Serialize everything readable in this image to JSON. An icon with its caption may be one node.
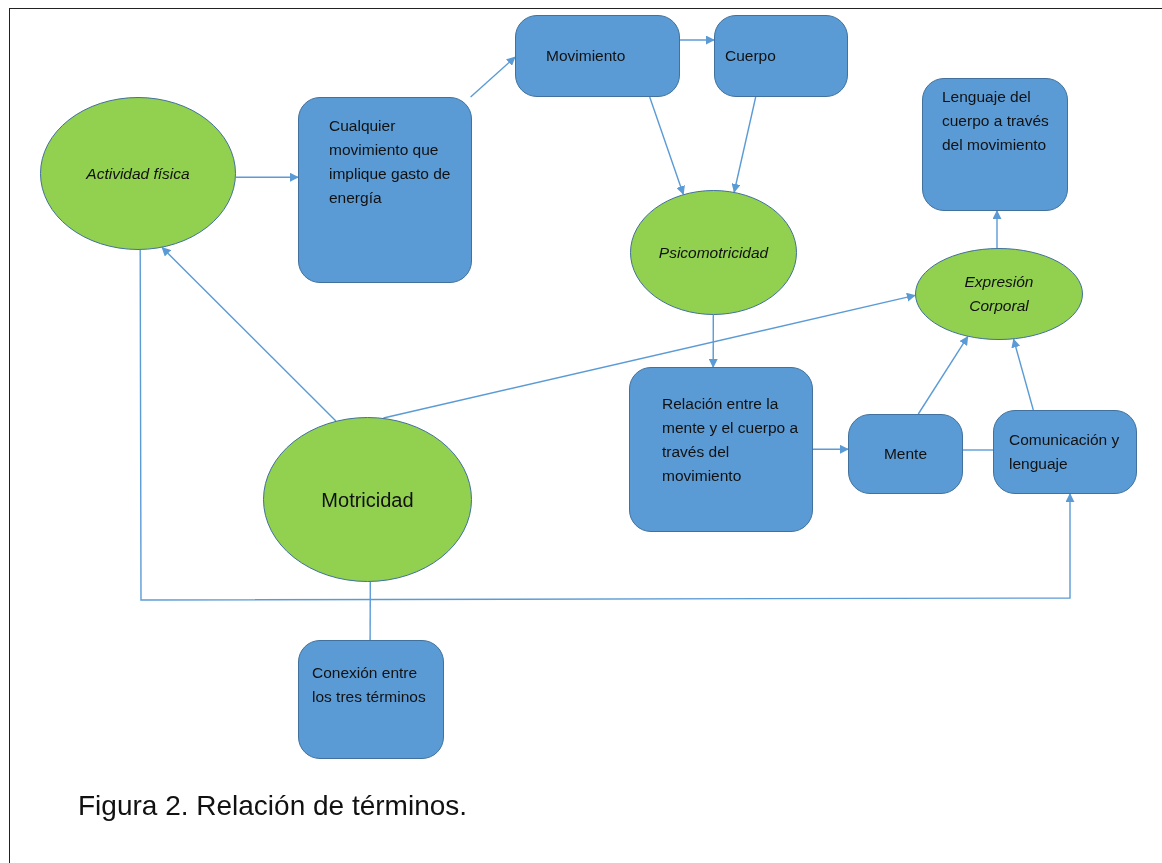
{
  "diagram": {
    "caption": "Figura 2. Relación de términos.",
    "nodes": [
      {
        "text": [
          "Movimiento"
        ]
      },
      {
        "text": [
          "Cuerpo"
        ]
      },
      {
        "text": [
          "Lenguaje del cuerpo a través del movimiento"
        ]
      },
      {
        "text": [
          "Actividad física"
        ]
      },
      {
        "text": [
          "Cualquier movimiento que implique gasto de energía"
        ]
      },
      {
        "text": [
          "Psicomotricidad"
        ]
      },
      {
        "text": [
          "Expresión Corporal"
        ]
      },
      {
        "text": [
          "Relación entre la mente y el cuerpo a través del movimiento"
        ]
      },
      {
        "text": [
          "Mente"
        ]
      },
      {
        "text": [
          "Comunicación y lenguaje"
        ]
      },
      {
        "text": [
          "Motricidad"
        ]
      },
      {
        "text": [
          "Conexión entre los tres términos"
        ]
      }
    ],
    "edges": [
      {
        "from": 3,
        "to": 4,
        "arrow": "to"
      },
      {
        "from": 4,
        "to": 0,
        "arrow": "to"
      },
      {
        "from": 0,
        "to": 1,
        "arrow": "to"
      },
      {
        "from": 0,
        "to": 5,
        "arrow": "to"
      },
      {
        "from": 1,
        "to": 5,
        "arrow": "to"
      },
      {
        "from": 5,
        "to": 7,
        "arrow": "to"
      },
      {
        "from": 7,
        "to": 8,
        "arrow": "to"
      },
      {
        "from": 8,
        "to": 6,
        "arrow": "to"
      },
      {
        "from": 9,
        "to": 6,
        "arrow": "to"
      },
      {
        "from": 6,
        "to": 2,
        "arrow": "to"
      },
      {
        "from": 10,
        "to": 3,
        "arrow": "to"
      },
      {
        "from": 10,
        "to": 6,
        "arrow": "to"
      },
      {
        "from": 8,
        "to": 9,
        "arrow": "none"
      },
      {
        "from": 10,
        "to": 11,
        "arrow": "none"
      },
      {
        "from": 3,
        "to": 9,
        "arrow": "to"
      }
    ]
  }
}
